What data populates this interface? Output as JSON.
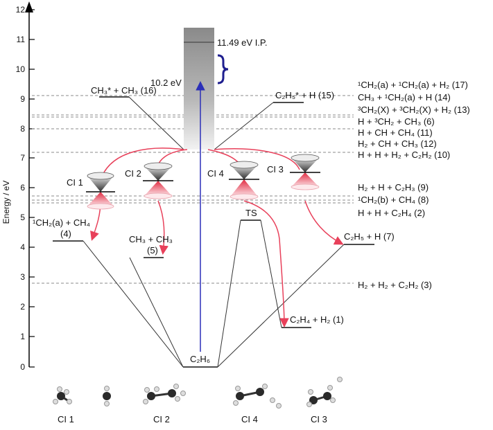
{
  "axis": {
    "ylabel": "Energy / eV",
    "ticks": [
      "0",
      "1",
      "2",
      "3",
      "4",
      "5",
      "6",
      "7",
      "8",
      "9",
      "10",
      "11",
      "12"
    ]
  },
  "annotations": {
    "ip": "11.49 eV I.P.",
    "excitation": "10.2 eV",
    "ts": "TS"
  },
  "ci": {
    "ci1": "CI 1",
    "ci2": "CI 2",
    "ci3": "CI 3",
    "ci4": "CI 4"
  },
  "species": {
    "c2h6": "C₂H₆",
    "ch2a_ch4_line1": "¹CH₂(a) + CH₄",
    "ch2a_ch4_line2": "(4)",
    "ch3_ch3_line1": "CH₃ + CH₃",
    "ch3_ch3_line2": "(5)",
    "c2h4_h2": "C₂H₄ + H₂ (1)",
    "c2h5_h_7": "C₂H₅ + H (7)",
    "ch3star": "CH₃* + CH₃ (16)",
    "c2h5star": "C₂H₅* + H (15)"
  },
  "right_labels": {
    "r17": "¹CH₂(a) + ¹CH₂(a) + H₂ (17)",
    "r14": "CH₃ + ¹CH₂(a) + H (14)",
    "r13": "³CH₂(X) + ³CH₂(X) + H₂ (13)",
    "r6": "H + ³CH₂ + CH₃ (6)",
    "r11": "H + CH + CH₄ (11)",
    "r12": "H₂ + CH + CH₃ (12)",
    "r10": "H + H + H₂ + C₂H₂ (10)",
    "r9": "H₂ + H + C₂H₃ (9)",
    "r8": "¹CH₂(b) + CH₄ (8)",
    "r2": "H + H + C₂H₄ (2)",
    "r3": "H₂ + H₂ + C₂H₂ (3)"
  },
  "bottom_labels": {
    "b_ci1": "CI 1",
    "b_ci2": "CI 2",
    "b_ci4": "CI 4",
    "b_ci3": "CI 3"
  },
  "colors": {
    "red_arrow": "#e8405a",
    "blue_arrow": "#2b2fb8",
    "brace": "#1f1f8f",
    "dashed": "#888888"
  }
}
